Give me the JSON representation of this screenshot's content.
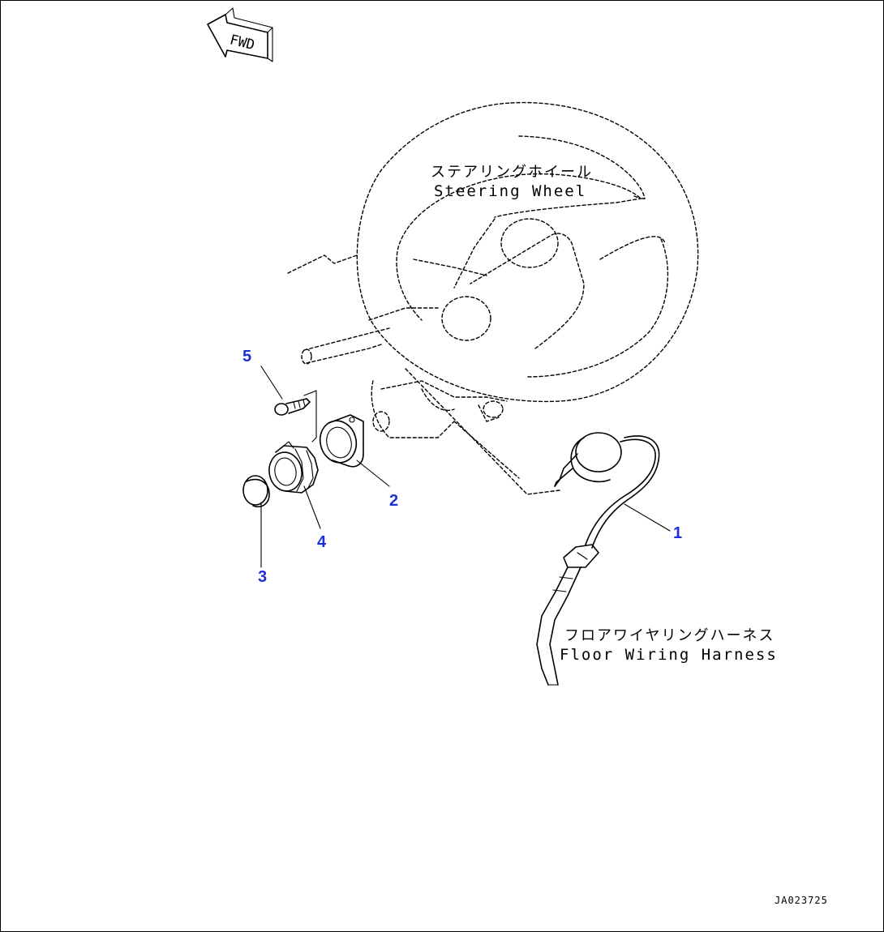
{
  "direction_indicator": {
    "text": "FWD"
  },
  "labels": {
    "steering_wheel_jp": "ステアリングホイール",
    "steering_wheel_en": "Steering Wheel",
    "harness_jp": "フロアワイヤリングハーネス",
    "harness_en": "Floor Wiring Harness"
  },
  "callouts": {
    "c1": "1",
    "c2": "2",
    "c3": "3",
    "c4": "4",
    "c5": "5"
  },
  "drawing_code": "JA023725"
}
